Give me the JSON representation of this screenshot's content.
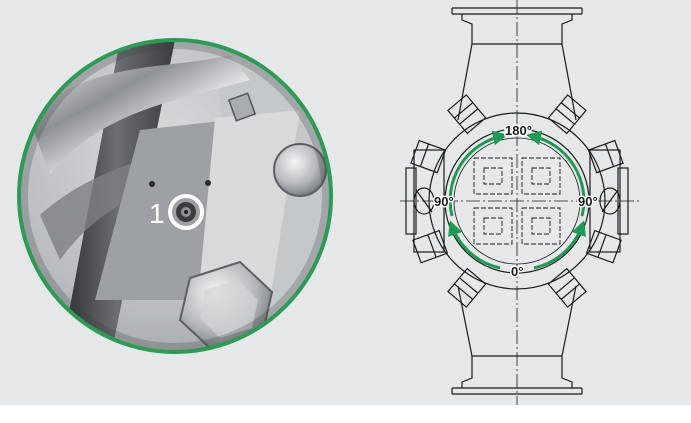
{
  "photo": {
    "callout_number": "1",
    "ring_color": "#2e9a55"
  },
  "drawing": {
    "angle_labels": {
      "top": "180°",
      "left": "90°",
      "right": "90°",
      "bottom": "0°"
    },
    "arrow_color": "#1f9a55",
    "line_color": "#1b1b1b"
  }
}
